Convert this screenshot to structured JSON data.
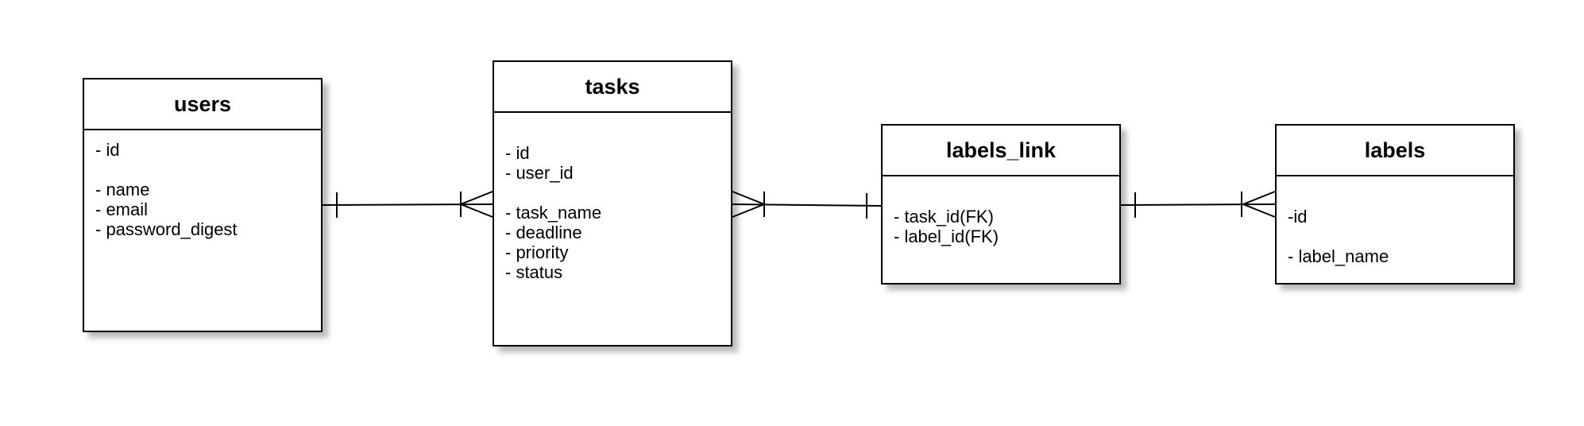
{
  "entities": {
    "users": {
      "title": "users",
      "attributes": [
        "- id",
        "",
        "- name",
        "- email",
        "- password_digest"
      ]
    },
    "tasks": {
      "title": "tasks",
      "attributes": [
        "- id",
        "- user_id",
        "",
        "- task_name",
        "- deadline",
        "- priority",
        "- status"
      ]
    },
    "labels_link": {
      "title": "labels_link",
      "attributes": [
        "- task_id(FK)",
        "- label_id(FK)"
      ]
    },
    "labels": {
      "title": "labels",
      "attributes": [
        "-id",
        "",
        "- label_name"
      ]
    }
  },
  "relationships": [
    {
      "from": "users",
      "to": "tasks",
      "from_cardinality": "one",
      "to_cardinality": "many"
    },
    {
      "from": "tasks",
      "to": "labels_link",
      "from_cardinality": "many",
      "to_cardinality": "one"
    },
    {
      "from": "labels_link",
      "to": "labels",
      "from_cardinality": "one",
      "to_cardinality": "many"
    }
  ],
  "colors": {
    "stroke": "#000000",
    "background": "#ffffff"
  }
}
